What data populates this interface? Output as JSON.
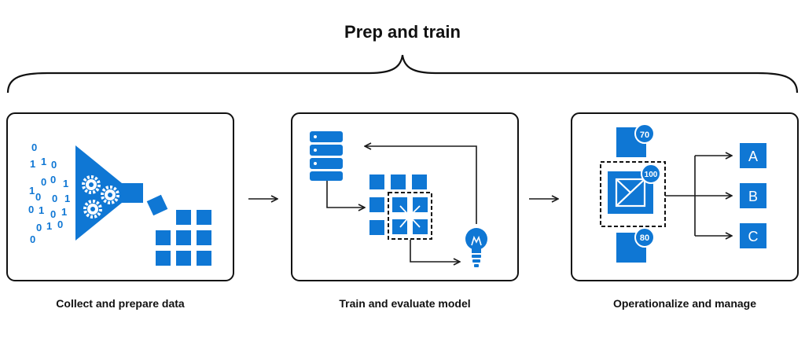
{
  "title": "Prep and train",
  "stages": [
    {
      "label": "Collect and prepare data"
    },
    {
      "label": "Train and evaluate model"
    },
    {
      "label": "Operationalize and manage"
    }
  ],
  "binary_digits": [
    "0",
    "1",
    "1",
    "0",
    "1",
    "0",
    "0",
    "1",
    "0",
    "0",
    "1",
    "0",
    "1",
    "0",
    "1",
    "0",
    "1",
    "0",
    "0"
  ],
  "model_scores": [
    "70",
    "100",
    "80"
  ],
  "outputs": [
    "A",
    "B",
    "C"
  ],
  "colors": {
    "accent": "#0F77D4",
    "outline": "#1a1a1a",
    "text": "#111111"
  },
  "icons": [
    "funnel-icon",
    "gear-icon",
    "database-icon",
    "lightbulb-icon",
    "model-icon",
    "arrow-icon"
  ]
}
